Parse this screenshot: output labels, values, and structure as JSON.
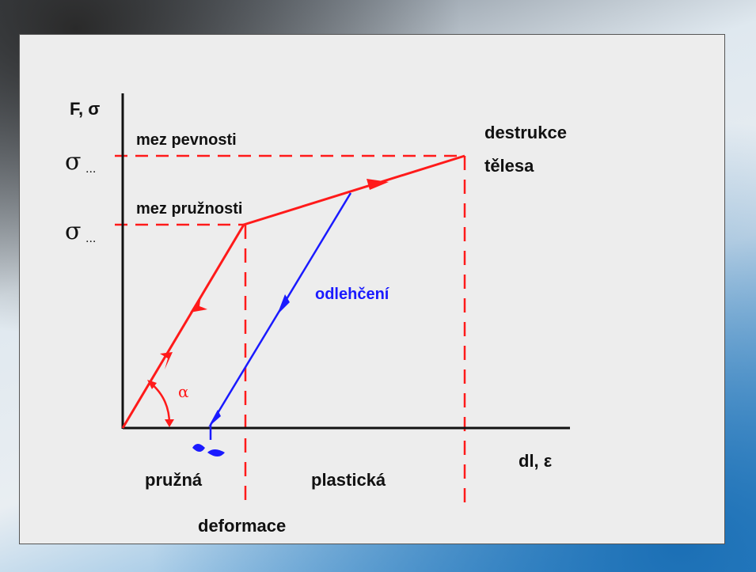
{
  "diagram": {
    "y_axis_label": "F, σ",
    "x_axis_label": "dl, ε",
    "sigma_top": "σ",
    "sigma_top_sub": "...",
    "sigma_mid": "σ",
    "sigma_mid_sub": "...",
    "mez_pevnosti": "mez pevnosti",
    "mez_pruznosti": "mez pružnosti",
    "destrukce_line1": "destrukce",
    "destrukce_line2": "tělesa",
    "odlehceni": "odlehčení",
    "alpha": "α",
    "pruzna": "pružná",
    "plasticka": "plastická",
    "deformace": "deformace",
    "colors": {
      "red": "#ff1a1a",
      "blue": "#1a1aff",
      "axis": "#111111"
    }
  }
}
